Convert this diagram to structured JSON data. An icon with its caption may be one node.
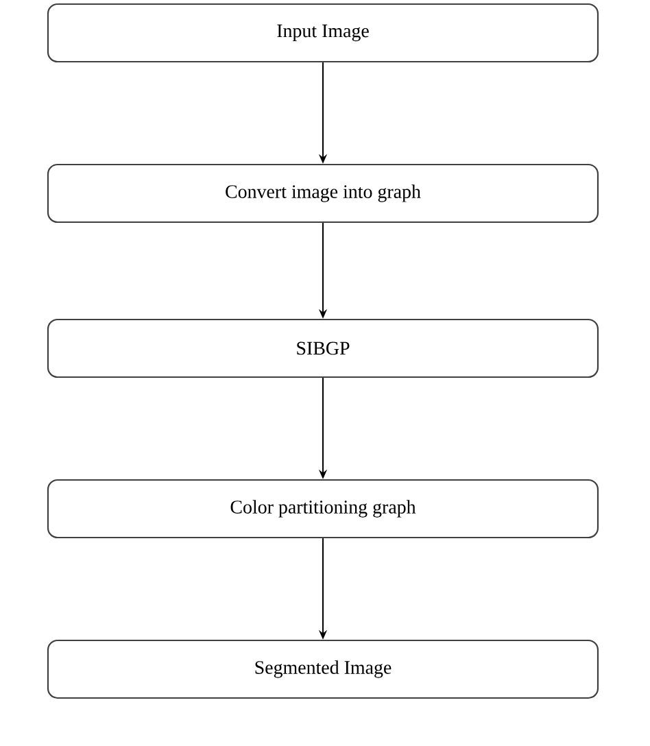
{
  "diagram": {
    "nodes": [
      {
        "text": [
          "Input Image"
        ]
      },
      {
        "text": [
          "Convert image into graph"
        ]
      },
      {
        "text": [
          "SIBGP"
        ]
      },
      {
        "text": [
          "Color partitioning graph"
        ]
      },
      {
        "text": [
          "Segmented Image"
        ]
      }
    ],
    "edges": [
      {
        "from": 0,
        "to": 1,
        "arrow": "to"
      },
      {
        "from": 1,
        "to": 2,
        "arrow": "to"
      },
      {
        "from": 2,
        "to": 3,
        "arrow": "to"
      },
      {
        "from": 3,
        "to": 4,
        "arrow": "to"
      }
    ]
  }
}
